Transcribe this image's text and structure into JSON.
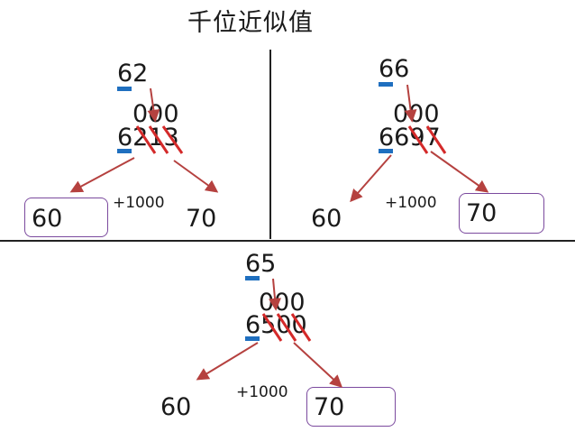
{
  "title": "千位近似值",
  "colors": {
    "arrow": "#b5413f",
    "underline": "#1f6fbf",
    "box": "#7b4a9e",
    "cross": "#d42a2a"
  },
  "panels": {
    "top_left": {
      "top_number": "62",
      "zeros": "000",
      "number": "6213",
      "result_low": "60",
      "result_high": "70",
      "step": "+1000",
      "boxed": "low"
    },
    "top_right": {
      "top_number": "66",
      "zeros": "000",
      "number": "6697",
      "result_low": "60",
      "result_high": "70",
      "step": "+1000",
      "boxed": "high"
    },
    "bottom": {
      "top_number": "65",
      "zeros": "000",
      "number": "6500",
      "result_low": "60",
      "result_high": "70",
      "step": "+1000",
      "boxed": "high"
    }
  }
}
